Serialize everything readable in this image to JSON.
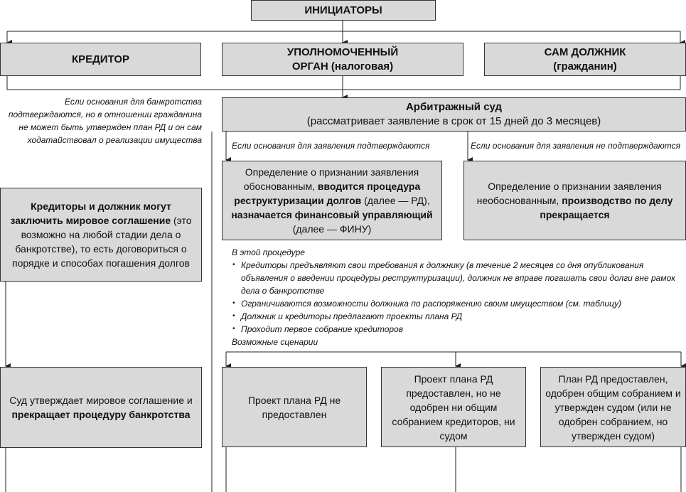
{
  "initiators": "ИНИЦИАТОРЫ",
  "creditor": "КРЕДИТОР",
  "authorized": {
    "line1": "УПОЛНОМОЧЕННЫЙ",
    "line2_bold": "ОРГАН",
    "line2_rest": " (налоговая)"
  },
  "debtor": {
    "line1": "САМ ДОЛЖНИК",
    "line2": "(гражданин)"
  },
  "left_note": "Если основания для банкротства подтверждаются, но в отношении гражданина не может быть утвержден план РД и он сам ходатайствовал о реализации имущества",
  "court": {
    "title": "Арбитражный суд",
    "subtitle": "(рассматривает заявление в срок от 15 дней до 3 месяцев)"
  },
  "branch_yes": "Если основания для заявления подтверждаются",
  "branch_no": "Если основания для заявления не подтверждаются",
  "restructuring": {
    "p1": "Определение о признании заявления обоснованным, ",
    "p2": "вводится процедура реструктуризации долгов",
    "p3": " (далее — РД), ",
    "p4": "назначается финансовый управляющий",
    "p5": " (далее — ФИНУ)"
  },
  "terminated": {
    "p1": "Определение о признании заявления необоснованным, ",
    "p2": "производство по делу прекращается"
  },
  "settlement": {
    "p1": "Кредиторы и должник могут заключить мировое соглашение",
    "p2": " (это возможно на любой стадии дела о банкротстве), то есть договориться о порядке и способах погашения долгов"
  },
  "procedure": {
    "heading": "В этой процедуре",
    "items": [
      "Кредиторы предъявляют свои требования к должнику (в течение 2 месяцев со дня опубликования объявления о введении процедуры реструктуризации), должник не вправе погашать свои долги вне рамок дела о банкротстве",
      "Ограничиваются возможности должника по распоряжению своим имуществом (см. таблицу)",
      "Должник и кредиторы предлагают проекты плана РД",
      "Проходит первое собрание кредиторов"
    ],
    "scenarios": "Возможные сценарии"
  },
  "court_approves": {
    "p1": "Суд утверждает мировое соглашение и ",
    "p2": "прекращает процедуру банкротства"
  },
  "scenarios": [
    "Проект плана РД не предоставлен",
    "Проект плана РД предоставлен, но не одобрен ни общим собранием кредиторов, ни судом",
    "План РД предоставлен, одобрен общим собранием и утвержден судом (или не одобрен собранием, но утвержден судом)"
  ]
}
